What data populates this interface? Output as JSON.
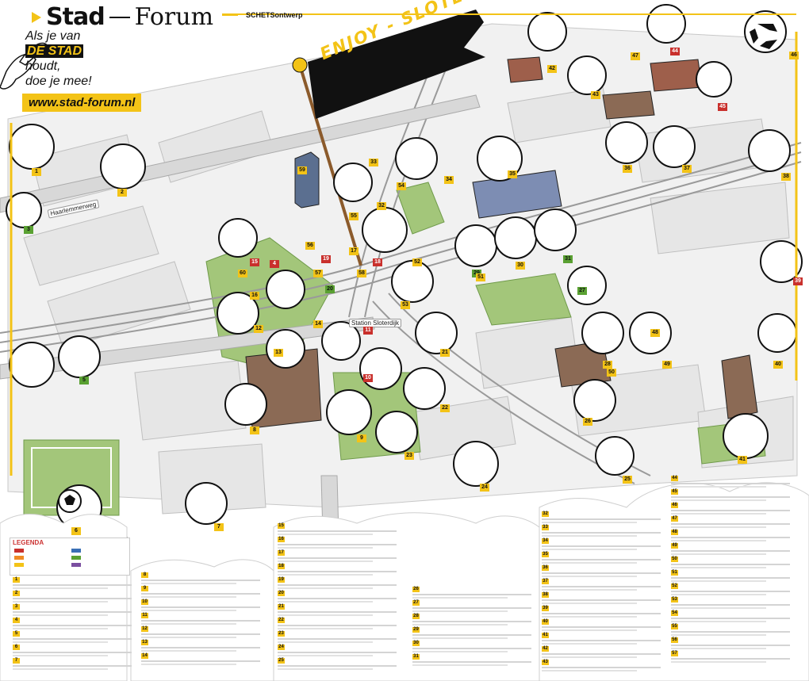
{
  "header": {
    "brand_part1": "Stad",
    "brand_part2": "Forum",
    "maker": "SCHETSontwerp",
    "slogan_line1": "Als je van",
    "slogan_highlight": "DE STAD",
    "slogan_line2_suffix": "houdt,",
    "slogan_line3": "doe je mee!",
    "url": "www.stad-forum.nl"
  },
  "flag": {
    "text": "ENJOY - SLOTERDIJK"
  },
  "legend": {
    "title": "LEGENDA"
  },
  "colors": {
    "accent": "#f3c317",
    "ink": "#111111",
    "park": "#a3c67a",
    "road": "#d8d8d8",
    "building_brown": "#8b6a55",
    "number_red": "#c9302c",
    "number_green": "#5aa132"
  },
  "map_labels": [
    {
      "id": "haarlemmerweg",
      "text": "Haarlemmerweg"
    },
    {
      "id": "sloterdijk-station",
      "text": "Station Sloterdijk"
    }
  ],
  "map_numbers": [
    "1",
    "2",
    "3",
    "4",
    "5",
    "6",
    "7",
    "8",
    "9",
    "10",
    "11",
    "12",
    "13",
    "14",
    "15",
    "16",
    "17",
    "18",
    "19",
    "20",
    "21",
    "22",
    "23",
    "24",
    "25",
    "26",
    "27",
    "28",
    "29",
    "30",
    "31",
    "32",
    "33",
    "34",
    "35",
    "36",
    "37",
    "38",
    "39",
    "40",
    "41",
    "42",
    "43",
    "44",
    "45",
    "46",
    "47",
    "48",
    "49",
    "50",
    "51",
    "52",
    "53",
    "54",
    "55",
    "56",
    "57",
    "58",
    "59",
    "60"
  ],
  "icons": [
    "seagull-icon",
    "compass-icon",
    "soccer-ball-icon",
    "flag-icon",
    "recycle-icon"
  ]
}
